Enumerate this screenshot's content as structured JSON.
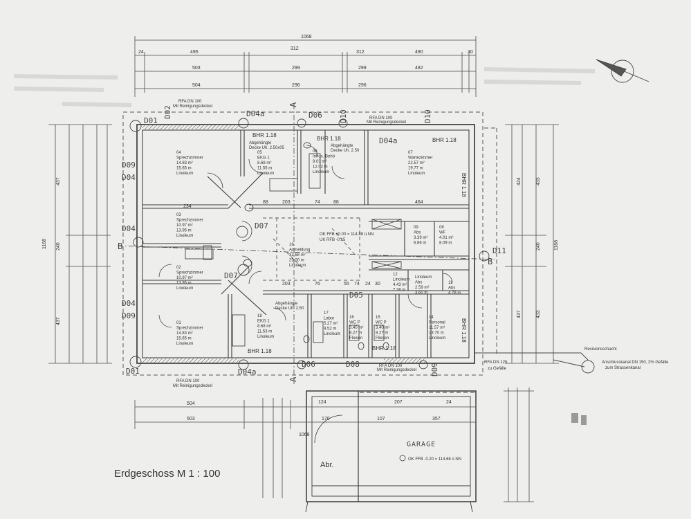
{
  "title": "Erdgeschoss  M 1 : 100",
  "colors": {
    "paper": "#eeeeec",
    "ink": "#3a3a3a",
    "faint": "#9a9a9a"
  },
  "dims_top": {
    "row1": [
      "24",
      "495",
      "312",
      "312",
      "490",
      "30"
    ],
    "row2": [
      "503",
      "299",
      "299",
      "482"
    ],
    "row3": [
      "504",
      "296",
      "296"
    ],
    "total": "1068"
  },
  "dims_bottom": {
    "row1": [
      "504",
      "124",
      "207",
      "24"
    ],
    "row2": [
      "503",
      "170",
      "107",
      "357"
    ],
    "total": "1068"
  },
  "dims_left": [
    "437",
    "240",
    "437",
    "1168"
  ],
  "dims_right": [
    "424",
    "433",
    "240",
    "1168",
    "433",
    "437"
  ],
  "labels": {
    "rfa_top": "RFA DN 100",
    "rfa_top2": "Mit Reinigungsdeckel",
    "rfa_bottom": "RFA DN 100",
    "rfa_bottom2": "Mit Reinigungsdeckel",
    "rfa_right": "RFA DN 100",
    "rfa_right2": "Mit Reinigungsdeckel",
    "rfa_side": "RFA DN 125",
    "rfa_side2": "zu Gefälle",
    "revision": "Revisionsschacht",
    "anschluss": "Anschlusskanal DN 150, 2% Gefälle",
    "anschluss2": "zum Strassenkanal",
    "ok_ffb": "OK FFB ±0.00 = 114.88 ü.NN",
    "ok_rfb": "UK RFB -0.15",
    "garage_ok": "OK FFB -0.20 = 114.68 ü NN"
  },
  "marks": {
    "D01": "D01",
    "D02": "D02",
    "D04": "D04",
    "D04a": "D04a",
    "D05": "D05",
    "D06": "D06",
    "D07": "D07",
    "D08": "D08",
    "D09": "D09",
    "D10": "D10",
    "D11": "D11",
    "BHR": "BHR 1.18",
    "A": "A",
    "B": "B"
  },
  "rooms": [
    {
      "id": "r04",
      "lines": [
        "04",
        "Sprechzimmer",
        "14.83 m²",
        "15.65 m",
        "Linoleum"
      ]
    },
    {
      "id": "r05",
      "lines": [
        "05",
        "EKG 1",
        "8.68 m²",
        "11.55 m",
        "Linoleum"
      ]
    },
    {
      "id": "r06",
      "lines": [
        "06",
        "Inhus. Behö",
        "9.03 m²",
        "12.02 m",
        "Linoleum"
      ]
    },
    {
      "id": "r07",
      "lines": [
        "07",
        "Wartezimmer",
        "22.57 m²",
        "19.77 m",
        "Linoleum"
      ]
    },
    {
      "id": "r03a",
      "lines": [
        "03",
        "Sprechzimmer",
        "10.97 m²",
        "13.95 m",
        "Linoleum"
      ]
    },
    {
      "id": "r16",
      "lines": [
        "16",
        "Anmeldung",
        "32.68 m²",
        "25.00 m",
        "Linoleum"
      ]
    },
    {
      "id": "r09",
      "lines": [
        "09",
        "Abs",
        "3.39 m²",
        "6.86 m"
      ]
    },
    {
      "id": "r08",
      "lines": [
        "08",
        "WF",
        "4.01 m²",
        "8.09 m"
      ]
    },
    {
      "id": "r02",
      "lines": [
        "02",
        "Sprechzimmer",
        "10.97 m²",
        "13.95 m",
        "Linoleum"
      ]
    },
    {
      "id": "r12",
      "lines": [
        "12",
        "Linoleum",
        "4.43 m²",
        "7.38 m"
      ]
    },
    {
      "id": "r13",
      "lines": [
        "Linoleum",
        "Abs",
        "2.59 m²",
        "3.60 m"
      ]
    },
    {
      "id": "r11",
      "lines": [
        "11",
        "Abs",
        "4.78 m"
      ]
    },
    {
      "id": "r01",
      "lines": [
        "01",
        "Sprechzimmer",
        "14.83 m²",
        "15.65 m",
        "Linoleum"
      ]
    },
    {
      "id": "r18",
      "lines": [
        "18",
        "EKG 1",
        "8.68 m²",
        "11.53 m",
        "Linoleum"
      ]
    },
    {
      "id": "r17",
      "lines": [
        "17",
        "Labor",
        "5.27 m²",
        "9.52 m",
        "Linoleum"
      ]
    },
    {
      "id": "r16b",
      "lines": [
        "16",
        "WC P",
        "3.40 m²",
        "8.27 m",
        "Fliesen"
      ]
    },
    {
      "id": "r15",
      "lines": [
        "15",
        "WC P",
        "3.40 m²",
        "8.27 m",
        "Fliesen"
      ]
    },
    {
      "id": "r14",
      "lines": [
        "14",
        "Personal",
        "11.57 m²",
        "13.70 m",
        "Linoleum"
      ]
    }
  ],
  "deck_notes": {
    "n1": "Abgehängte",
    "n1b": "Decke Uh. 2.50x05",
    "n2": "Abgehängte",
    "n2b": "Decke Uh. 2.50",
    "n3": "Abgehängte",
    "n3b": "Decke Uh. 2.50"
  },
  "garage": {
    "label": "GARAGE",
    "abr": "Abr."
  },
  "inner_dims": [
    "234",
    "203",
    "74",
    "88",
    "464",
    "203",
    "76",
    "55",
    "74",
    "24",
    "30",
    "88"
  ]
}
